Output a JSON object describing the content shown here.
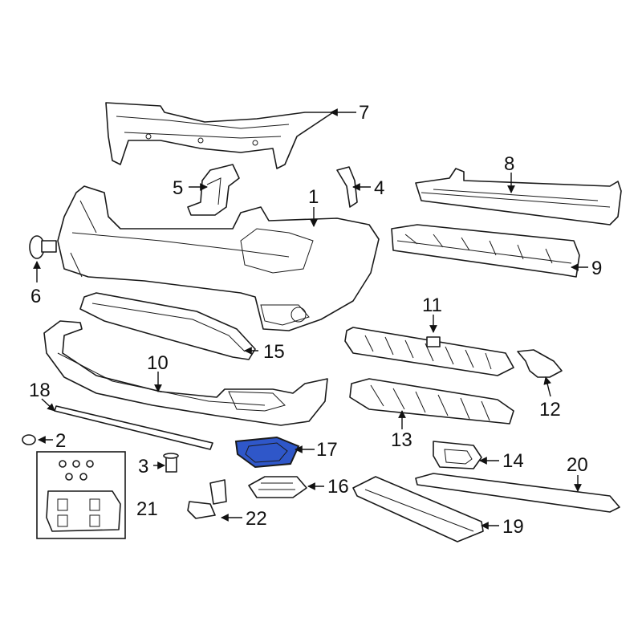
{
  "diagram": {
    "highlight_color": "#2f57c9",
    "parts": [
      {
        "id": "part-1",
        "number": "1"
      },
      {
        "id": "part-2",
        "number": "2"
      },
      {
        "id": "part-3",
        "number": "3"
      },
      {
        "id": "part-4",
        "number": "4"
      },
      {
        "id": "part-5",
        "number": "5"
      },
      {
        "id": "part-6",
        "number": "6"
      },
      {
        "id": "part-7",
        "number": "7"
      },
      {
        "id": "part-8",
        "number": "8"
      },
      {
        "id": "part-9",
        "number": "9"
      },
      {
        "id": "part-10",
        "number": "10"
      },
      {
        "id": "part-11",
        "number": "11"
      },
      {
        "id": "part-12",
        "number": "12"
      },
      {
        "id": "part-13",
        "number": "13"
      },
      {
        "id": "part-14",
        "number": "14"
      },
      {
        "id": "part-15",
        "number": "15"
      },
      {
        "id": "part-16",
        "number": "16"
      },
      {
        "id": "part-17",
        "number": "17",
        "highlighted": true
      },
      {
        "id": "part-18",
        "number": "18"
      },
      {
        "id": "part-19",
        "number": "19"
      },
      {
        "id": "part-20",
        "number": "20"
      },
      {
        "id": "part-21",
        "number": "21"
      },
      {
        "id": "part-22",
        "number": "22"
      }
    ]
  }
}
